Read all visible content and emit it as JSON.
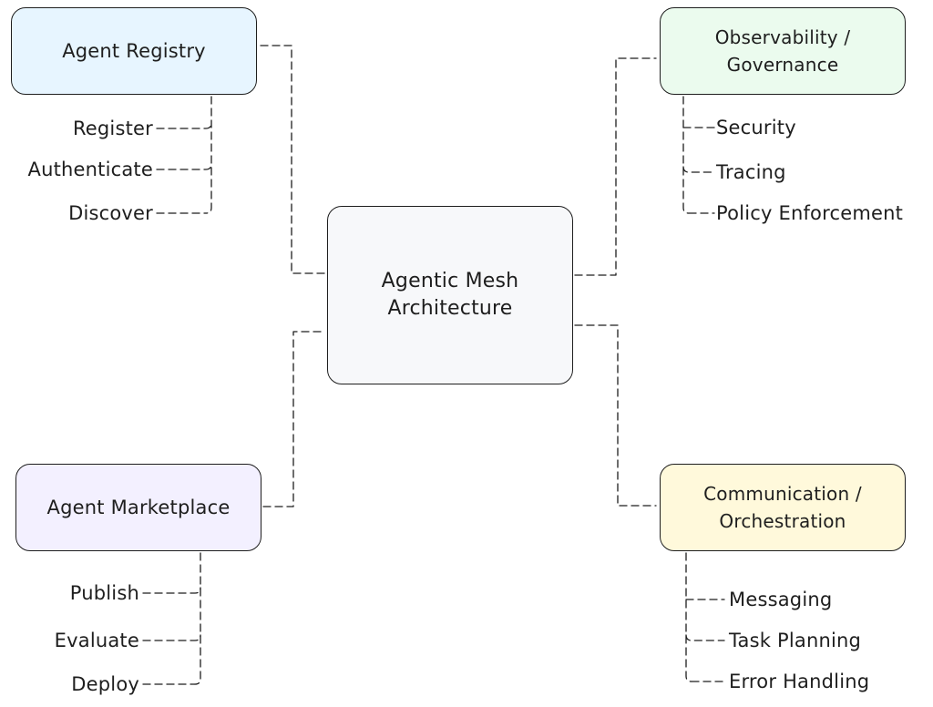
{
  "center": {
    "label": "Agentic Mesh\nArchitecture",
    "fill": "#f7f8fa"
  },
  "branches": {
    "registry": {
      "label": "Agent Registry",
      "fill": "#e7f5ff",
      "children": [
        "Register",
        "Authenticate",
        "Discover"
      ]
    },
    "observability": {
      "label": "Observability /\nGovernance",
      "fill": "#ebfbee",
      "children": [
        "Security",
        "Tracing",
        "Policy Enforcement"
      ]
    },
    "marketplace": {
      "label": "Agent Marketplace",
      "fill": "#f3f0ff",
      "children": [
        "Publish",
        "Evaluate",
        "Deploy"
      ]
    },
    "communication": {
      "label": "Communication /\nOrchestration",
      "fill": "#fff9db",
      "children": [
        "Messaging",
        "Task Planning",
        "Error Handling"
      ]
    }
  },
  "colors": {
    "stroke": "#1e1e1e",
    "text": "#1e1e1e",
    "background": "#ffffff"
  }
}
